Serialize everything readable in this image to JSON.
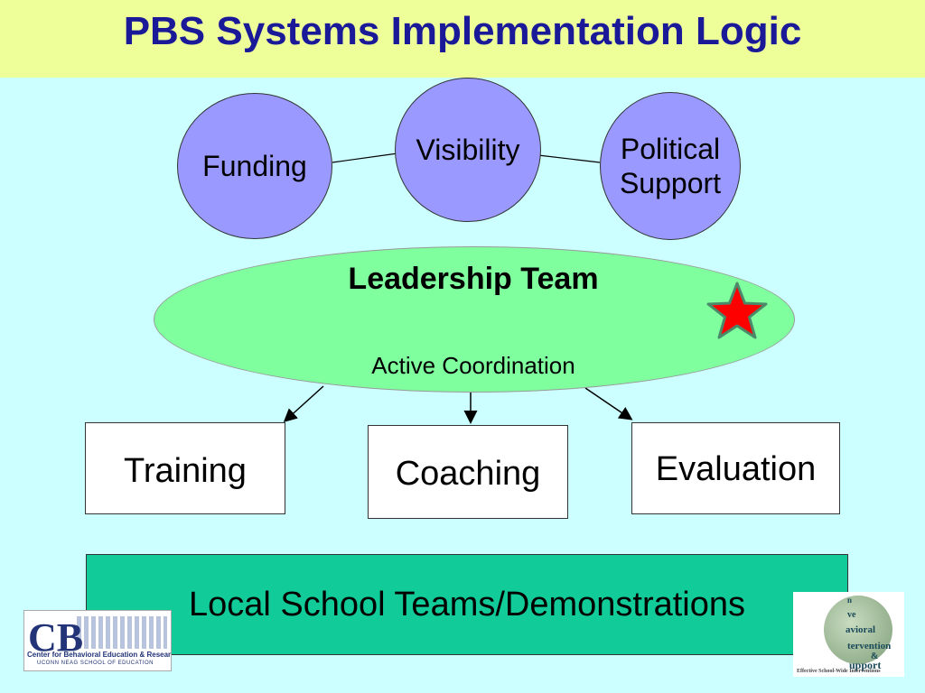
{
  "title": "PBS Systems Implementation Logic",
  "top_circles": [
    {
      "label": "Funding"
    },
    {
      "label": "Visibility"
    },
    {
      "label": "Political Support"
    }
  ],
  "leadership": {
    "title": "Leadership Team",
    "subtitle": "Active Coordination"
  },
  "boxes": [
    {
      "label": "Training"
    },
    {
      "label": "Coaching"
    },
    {
      "label": "Evaluation"
    }
  ],
  "base": {
    "label": "Local School Teams/Demonstrations"
  },
  "logos": {
    "left": {
      "initials": "CB",
      "line1": "Center for Behavioral Education & Research",
      "line2": "UCONN NEAG SCHOOL OF EDUCATION"
    },
    "right": {
      "line_a": "n",
      "line_b": "ve",
      "line_c": "avioral",
      "line_d": "tervention",
      "line_e": "&",
      "line_f": "upport",
      "footer": "Effective School-Wide Interventions"
    }
  },
  "colors": {
    "background": "#ccffff",
    "title_bar": "#eeff99",
    "title_text": "#1a1a99",
    "circles": "#9999ff",
    "leadership": "#80ff9f",
    "base": "#11cc99",
    "star": "#ff0000"
  },
  "icons": [
    "star-icon"
  ]
}
